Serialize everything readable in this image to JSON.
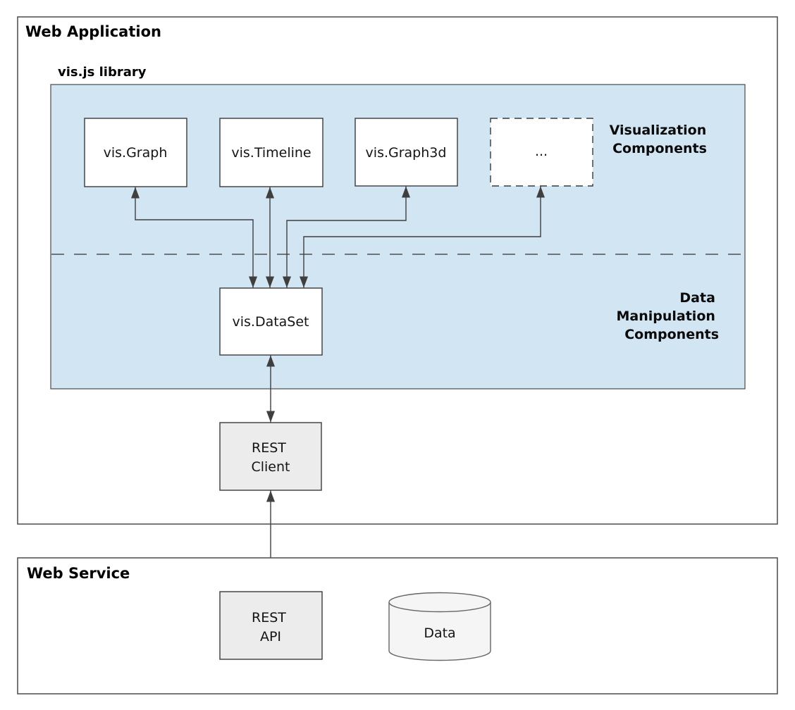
{
  "diagram": {
    "web_application": {
      "title": "Web Application",
      "vis_library": {
        "title": "vis.js library",
        "visualization_components": {
          "label_line1": "Visualization",
          "label_line2": "Components",
          "boxes": [
            "vis.Graph",
            "vis.Timeline",
            "vis.Graph3d",
            "..."
          ]
        },
        "data_manipulation_components": {
          "label_line1": "Data",
          "label_line2": "Manipulation",
          "label_line3": "Components",
          "boxes": [
            "vis.DataSet"
          ]
        }
      },
      "rest_client": {
        "line1": "REST",
        "line2": "Client"
      }
    },
    "web_service": {
      "title": "Web Service",
      "rest_api": {
        "line1": "REST",
        "line2": "API"
      },
      "data_store": {
        "label": "Data"
      }
    },
    "colors": {
      "panel_blue": "#d2e5f2",
      "box_gray": "#ececec",
      "cylinder_gray": "#f5f5f5",
      "arrow_dark": "#3f3f3f"
    }
  }
}
